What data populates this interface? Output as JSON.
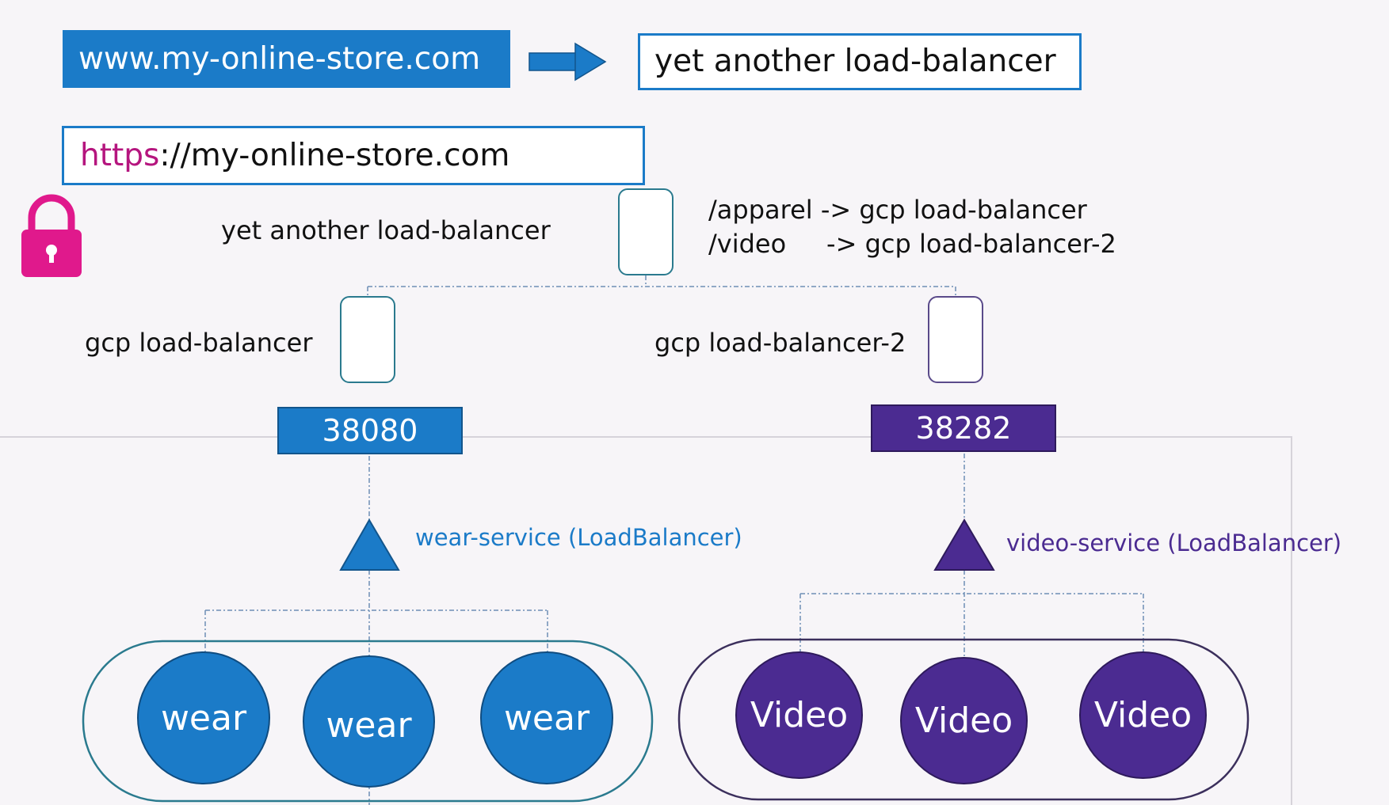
{
  "top_row": {
    "domain_label": "www.my-online-store.com",
    "load_balancer_label": "yet another load-balancer"
  },
  "https_url": {
    "scheme": "https",
    "rest": "://my-online-store.com"
  },
  "routing": {
    "node_label": "yet another load-balancer",
    "rules": [
      "/apparel -> gcp load-balancer",
      "/video     -> gcp load-balancer-2"
    ]
  },
  "gcp_lbs": {
    "left_label": "gcp load-balancer",
    "right_label": "gcp load-balancer-2"
  },
  "ports": {
    "wear": "38080",
    "video": "38282"
  },
  "services": {
    "wear": "wear-service (LoadBalancer)",
    "video": "video-service (LoadBalancer)"
  },
  "pods": {
    "wear": [
      "wear",
      "wear",
      "wear"
    ],
    "video": [
      "Video",
      "Video",
      "Video"
    ]
  },
  "colors": {
    "blue": "#1b7bc8",
    "purple": "#4b2b91",
    "lock_pink": "#e0198c",
    "https_magenta": "#b5157e"
  },
  "icons": {
    "arrow": "right-arrow-icon",
    "lock": "lock-icon",
    "service": "triangle-icon"
  }
}
